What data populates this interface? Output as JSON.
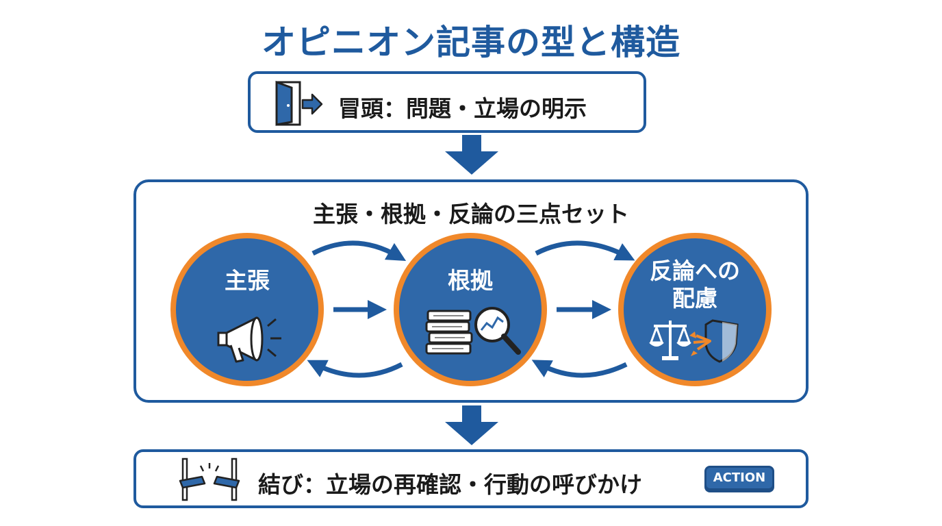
{
  "title": "オピニオン記事の型と構造",
  "intro": {
    "text": "冒頭：問題・立場の明示",
    "icon": "door-exit-icon"
  },
  "core": {
    "heading": "主張・根拠・反論の三点セット",
    "nodes": [
      {
        "label": "主張",
        "icon": "megaphone-icon"
      },
      {
        "label": "根拠",
        "icon": "books-magnifier-icon"
      },
      {
        "label_line1": "反論への",
        "label_line2": "配慮",
        "icon": "scale-shield-icon"
      }
    ]
  },
  "conclusion": {
    "text": "結び：立場の再確認・行動の呼びかけ",
    "icon": "ribbon-cut-icon",
    "badge": "ACTION"
  },
  "colors": {
    "primary_blue": "#1f5a9e",
    "circle_fill": "#2f68a9",
    "circle_ring": "#f0882a",
    "text_dark": "#1a1a1a"
  }
}
